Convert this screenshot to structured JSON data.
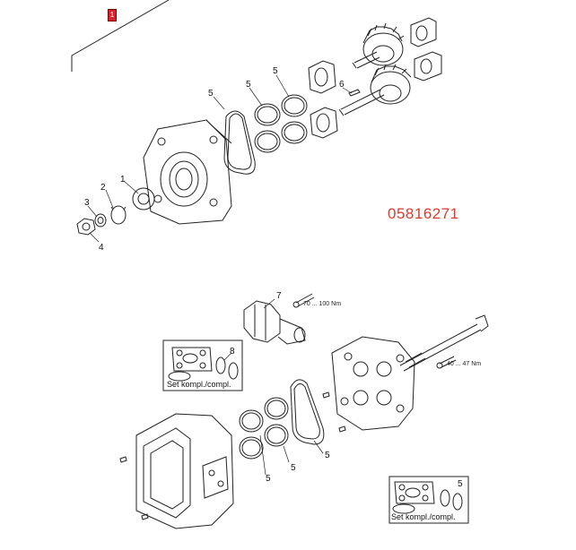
{
  "part_number": "05816271",
  "header_flag": "1",
  "labels": {
    "l1": "1",
    "l2": "2",
    "l3": "3",
    "l4": "4",
    "l5a": "5",
    "l5b": "5",
    "l5c": "5",
    "l6": "6",
    "l7": "7",
    "l8": "8",
    "l5d": "5",
    "l5e": "5",
    "l5f": "5",
    "l5g": "5"
  },
  "torque": {
    "valve": "70 ... 100 Nm",
    "bolt": "40 ... 47 Nm"
  },
  "set_caption": {
    "left": "Set kompl./compl.",
    "right": "Set kompl./compl."
  }
}
